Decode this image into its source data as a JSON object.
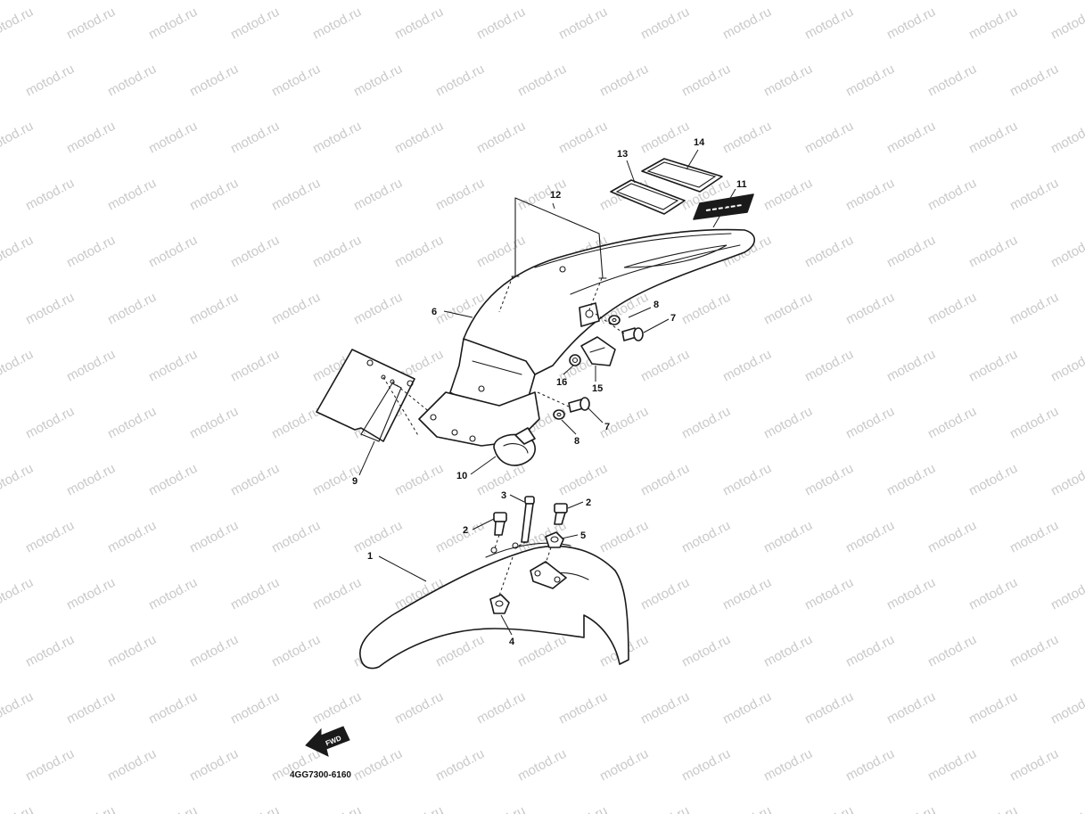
{
  "watermark_text": "motod.ru",
  "diagram_code": "4GG7300-6160",
  "fwd_label": "FWD",
  "callouts": [
    {
      "id": "c1",
      "label": "1"
    },
    {
      "id": "c2a",
      "label": "2"
    },
    {
      "id": "c2b",
      "label": "2"
    },
    {
      "id": "c3",
      "label": "3"
    },
    {
      "id": "c4",
      "label": "4"
    },
    {
      "id": "c5",
      "label": "5"
    },
    {
      "id": "c6",
      "label": "6"
    },
    {
      "id": "c7a",
      "label": "7"
    },
    {
      "id": "c7b",
      "label": "7"
    },
    {
      "id": "c8a",
      "label": "8"
    },
    {
      "id": "c8b",
      "label": "8"
    },
    {
      "id": "c9",
      "label": "9"
    },
    {
      "id": "c10",
      "label": "10"
    },
    {
      "id": "c11",
      "label": "11"
    },
    {
      "id": "c12",
      "label": "12"
    },
    {
      "id": "c13",
      "label": "13"
    },
    {
      "id": "c14",
      "label": "14"
    },
    {
      "id": "c15",
      "label": "15"
    },
    {
      "id": "c16",
      "label": "16"
    }
  ]
}
